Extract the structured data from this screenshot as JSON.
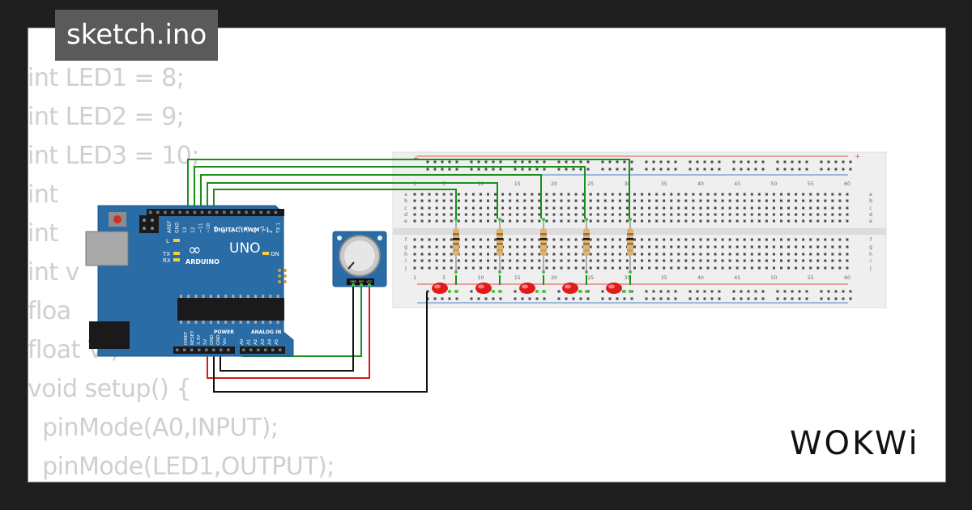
{
  "header": {
    "file_tab": "sketch.ino"
  },
  "code_lines": [
    "int LED1 = 8;",
    "int LED2 = 9;",
    "int LED3 = 10;",
    "int",
    "int",
    "int v",
    "floa",
    "float V ;",
    "void setup() {",
    "  pinMode(A0,INPUT);",
    "  pinMode(LED1,OUTPUT);"
  ],
  "brand": {
    "logo_text": "WOKWi"
  },
  "arduino": {
    "model": "UNO",
    "brand": "ARDUINO",
    "digital_header": "DIGITAL (PWM ~)",
    "power_header": "POWER",
    "analog_header": "ANALOG IN",
    "on_label": "ON",
    "l_label": "L",
    "tx_label": "TX",
    "rx_label": "RX",
    "aref": "AREF",
    "gnd": "GND",
    "digital_pins": [
      "13",
      "12",
      "~11",
      "~10",
      "~9",
      "8",
      "7",
      "~6",
      "~5",
      "4",
      "~3",
      "2",
      "TX 1",
      "RX 0"
    ],
    "power_pins": [
      "IOREF",
      "RESET",
      "3.3V",
      "5V",
      "GND",
      "GND",
      "Vin"
    ],
    "analog_pins": [
      "A0",
      "A1",
      "A2",
      "A3",
      "A4",
      "A5"
    ]
  },
  "potentiometer": {
    "pins": [
      "GND",
      "SIG",
      "VCC"
    ]
  },
  "breadboard": {
    "column_numbers": [
      "1",
      "5",
      "10",
      "15",
      "20",
      "25",
      "30",
      "35",
      "40",
      "45",
      "50",
      "55",
      "60"
    ],
    "row_letters_top": [
      "a",
      "b",
      "c",
      "d",
      "e"
    ],
    "row_letters_bottom": [
      "f",
      "g",
      "h",
      "i",
      "j"
    ],
    "plus": "+",
    "minus": "-"
  },
  "colors": {
    "board": "#2a6ca6",
    "wire_green": "#1a8f1a",
    "wire_black": "#111111",
    "wire_red": "#d41c1c",
    "led": "#e01b1b",
    "rail_red": "#e0504f",
    "rail_blue": "#4a7fc4"
  }
}
